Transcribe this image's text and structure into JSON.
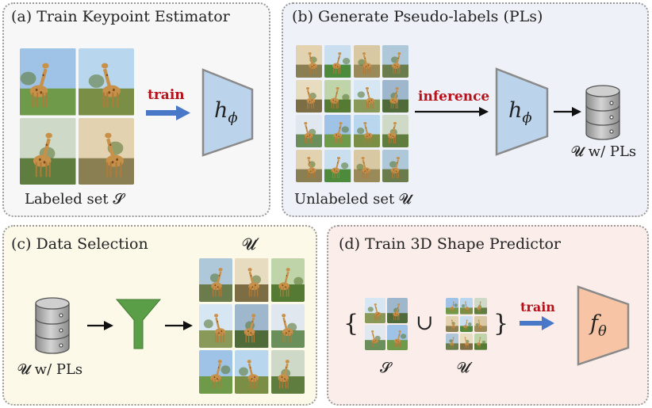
{
  "panels": {
    "a": {
      "title": "(a) Train Keypoint Estimator",
      "set_label": "Labeled set 𝓢",
      "arrow_label": "train",
      "model": "h"
    },
    "b": {
      "title": "(b) Generate Pseudo-labels (PLs)",
      "set_label": "Unlabeled set 𝓤",
      "arrow_label": "inference",
      "model": "h",
      "db_label": "𝓤 w/ PLs"
    },
    "c": {
      "title": "(c) Data Selection",
      "db_label": "𝓤 w/ PLs",
      "subset_label": "𝓤′"
    },
    "d": {
      "title": "(d) Train 3D Shape Predictor",
      "set1_label": "𝓢",
      "set2_label": "𝓤′",
      "arrow_label": "train",
      "model": "f",
      "brace_open": "{",
      "brace_close": "}",
      "union": "∪"
    }
  },
  "colors": {
    "arrow_blue": "#4a78c8",
    "label_red": "#b5121b",
    "keypoint_model_fill": "#bcd3ec",
    "shape_model_fill": "#f7c5a5",
    "filter_green": "#5b9e48",
    "database_gray": "#a8a8a8"
  },
  "icons": [
    "giraffe-photo",
    "database-icon",
    "funnel-filter-icon",
    "model-trapezoid-icon"
  ]
}
